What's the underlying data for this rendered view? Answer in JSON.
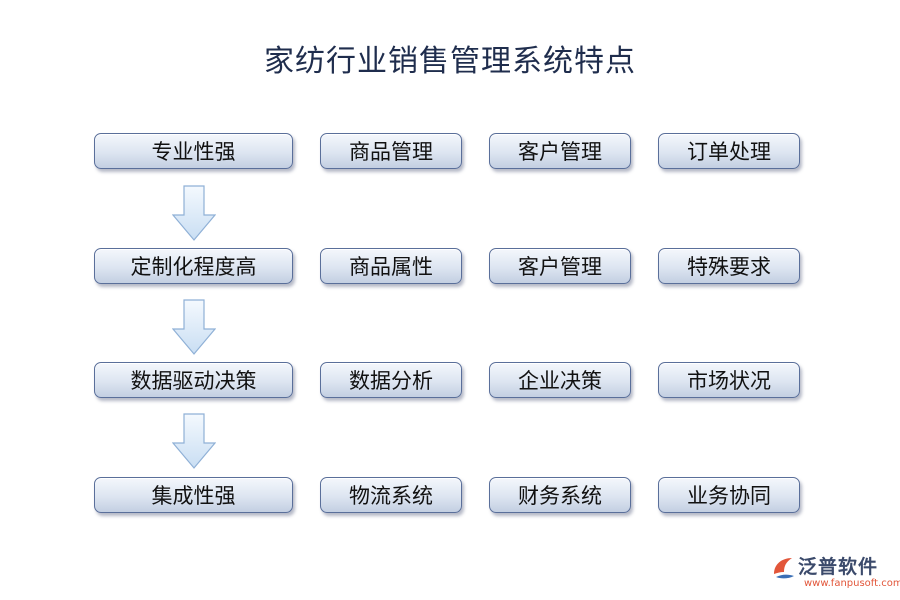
{
  "title": "家纺行业销售管理系统特点",
  "rows": [
    {
      "main": "专业性强",
      "items": [
        "商品管理",
        "客户管理",
        "订单处理"
      ]
    },
    {
      "main": "定制化程度高",
      "items": [
        "商品属性",
        "客户管理",
        "特殊要求"
      ]
    },
    {
      "main": "数据驱动决策",
      "items": [
        "数据分析",
        "企业决策",
        "市场状况"
      ]
    },
    {
      "main": "集成性强",
      "items": [
        "物流系统",
        "财务系统",
        "业务协同"
      ]
    }
  ],
  "brand": {
    "name": "泛普软件",
    "url": "www.fanpusoft.com"
  },
  "colors": {
    "box_border": "#5a6f9a",
    "arrow_fill": "#dbe9f7",
    "arrow_stroke": "#8fb0d6",
    "title": "#1f2d4d"
  }
}
